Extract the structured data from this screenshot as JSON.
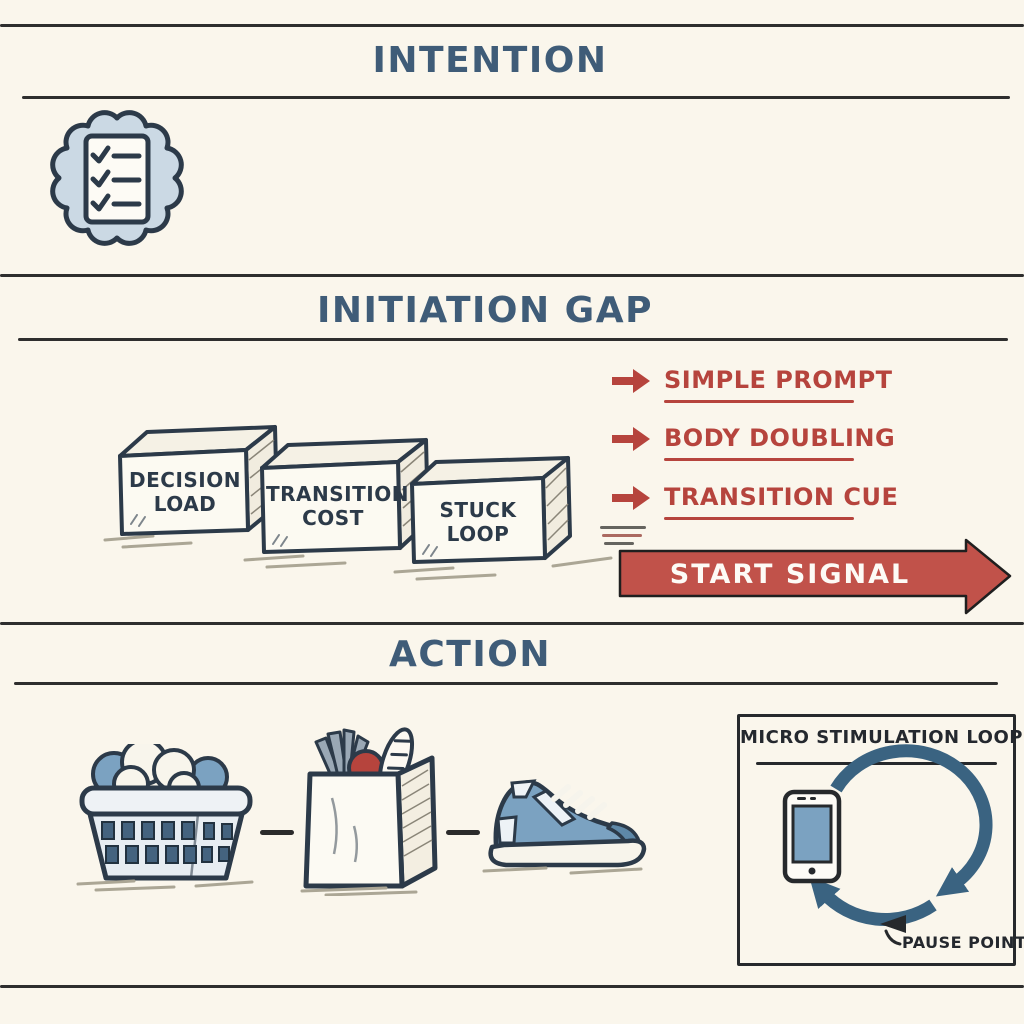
{
  "colors": {
    "background": "#FAF6EC",
    "ink": "#2B2B2B",
    "slate_blue_title": "#3F5C78",
    "navy_outline": "#2C3A49",
    "red_text": "#B6443D",
    "red_arrow_fill": "#C1524A",
    "steel_blue": "#7BA2C1",
    "light_blue": "#CBD9E4",
    "loop_blue": "#3A6381"
  },
  "intention": {
    "title": "INTENTION",
    "icon": "brain-checklist"
  },
  "gap": {
    "title": "INITIATION GAP",
    "boxes": [
      {
        "line1": "DECISION",
        "line2": "LOAD"
      },
      {
        "line1": "TRANSITION",
        "line2": "COST"
      },
      {
        "line1": "STUCK",
        "line2": "LOOP"
      }
    ],
    "remedies": [
      {
        "label": "SIMPLE PROMPT",
        "icon": "red-arrow"
      },
      {
        "label": "BODY DOUBLING",
        "icon": "red-arrow"
      },
      {
        "label": "TRANSITION CUE",
        "icon": "red-arrow"
      }
    ],
    "start_signal": {
      "label": "START SIGNAL",
      "icon": "start-arrow"
    }
  },
  "action": {
    "title": "ACTION",
    "sequence": [
      {
        "icon": "laundry-basket"
      },
      {
        "icon": "grocery-bag"
      },
      {
        "icon": "sneaker"
      }
    ],
    "micro_loop": {
      "title": "MICRO STIMULATION LOOP",
      "pause_label": "PAUSE POINT",
      "icons": [
        "smartphone",
        "loop-arrows"
      ]
    }
  }
}
